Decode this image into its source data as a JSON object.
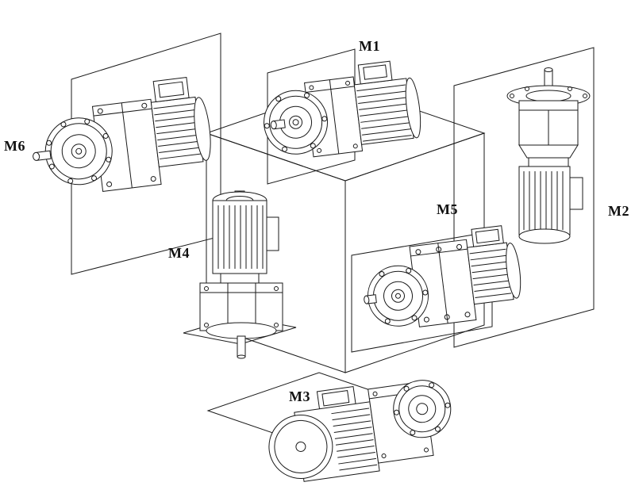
{
  "labels": {
    "m1": "M1",
    "m2": "M2",
    "m3": "M3",
    "m4": "M4",
    "m5": "M5",
    "m6": "M6"
  },
  "colors": {
    "line": "#1a1a1a",
    "background": "#ffffff"
  }
}
